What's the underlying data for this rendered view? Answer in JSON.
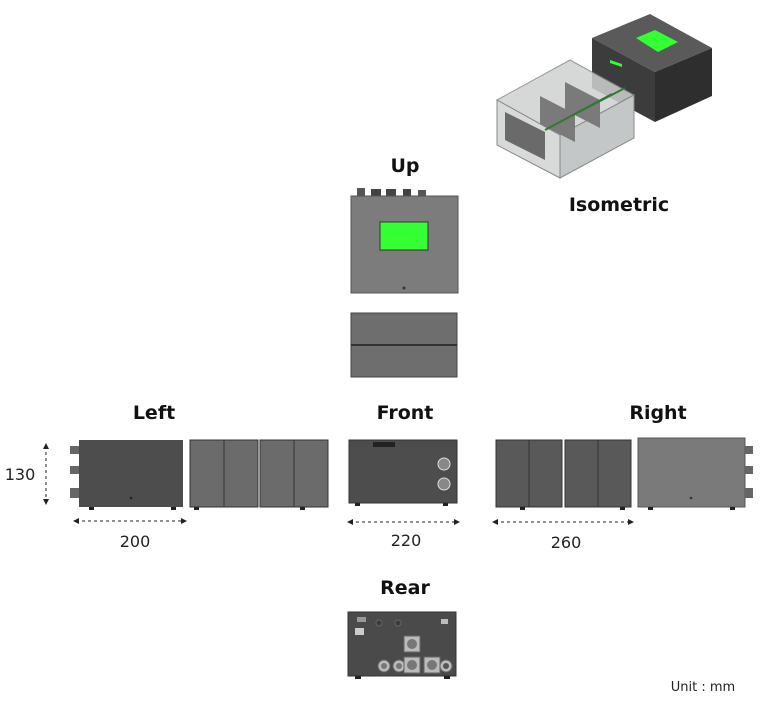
{
  "views": {
    "isometric": "Isometric",
    "up": "Up",
    "left": "Left",
    "front": "Front",
    "right": "Right",
    "rear": "Rear"
  },
  "dimensions": {
    "height": "130",
    "depth_left": "200",
    "width_front": "220",
    "length_right": "260"
  },
  "unit_label": "Unit : mm",
  "colors": {
    "body_dark": "#4a4a4a",
    "body_mid": "#6e6e6e",
    "display_green": "#33ff33"
  }
}
